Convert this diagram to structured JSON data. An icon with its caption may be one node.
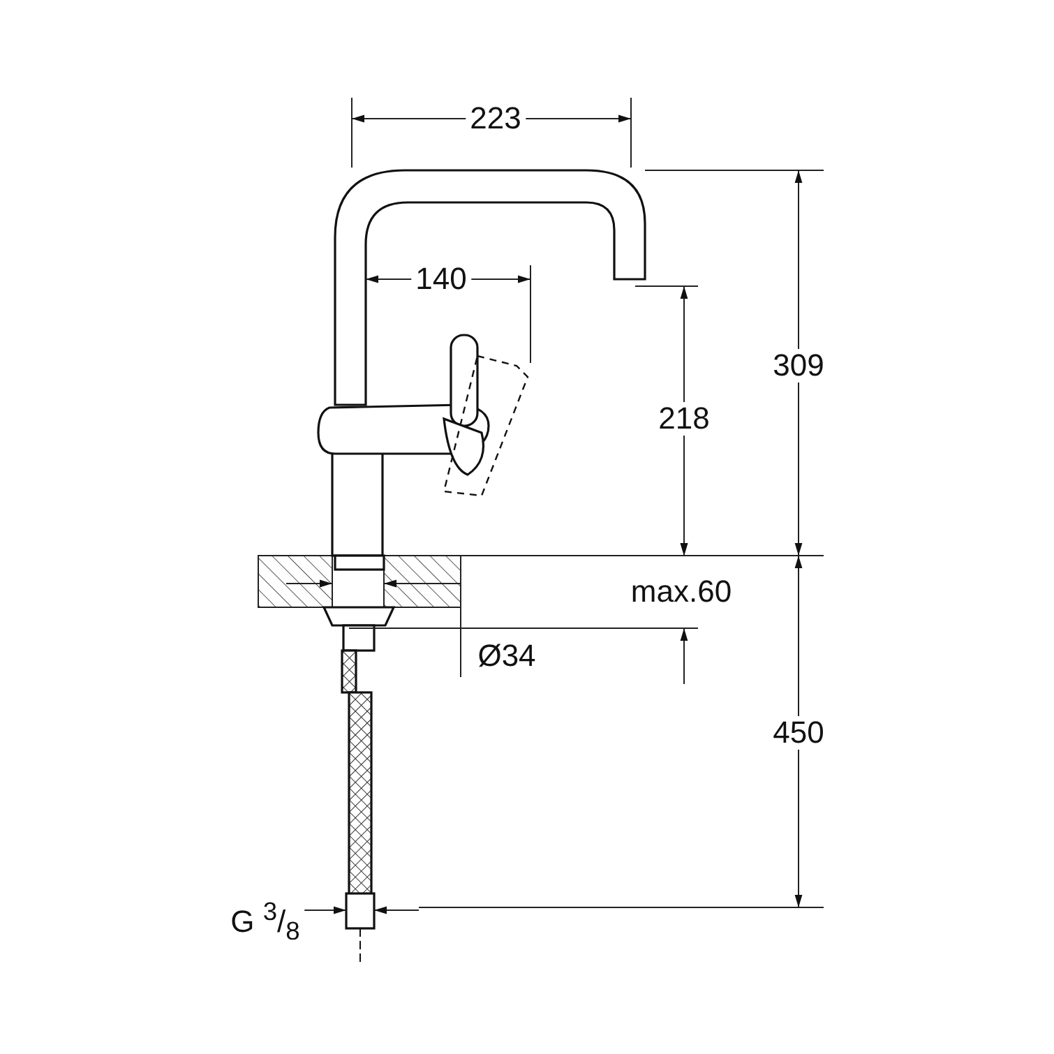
{
  "diagram": {
    "labels": [
      "223",
      "140",
      "309",
      "218",
      "max.60",
      "Ø34",
      "450",
      "G $^{3}$/$_{8}$"
    ]
  }
}
